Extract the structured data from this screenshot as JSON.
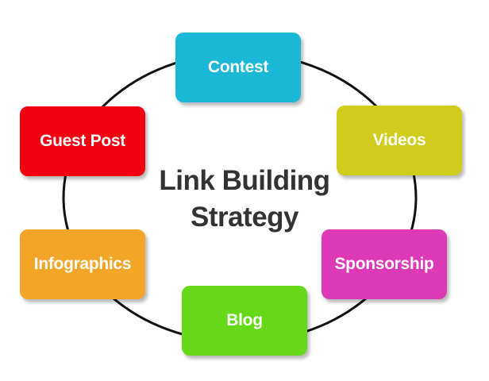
{
  "diagram": {
    "title_line1": "Link Building",
    "title_line2": "Strategy",
    "nodes": [
      {
        "id": "contest",
        "label": "Contest",
        "color": "#1ab8d6"
      },
      {
        "id": "videos",
        "label": "Videos",
        "color": "#d0cc1c"
      },
      {
        "id": "sponsorship",
        "label": "Sponsorship",
        "color": "#de3ab7"
      },
      {
        "id": "blog",
        "label": "Blog",
        "color": "#66d81a"
      },
      {
        "id": "infographics",
        "label": "Infographics",
        "color": "#f2a526"
      },
      {
        "id": "guestpost",
        "label": "Guest Post",
        "color": "#f00010"
      }
    ],
    "ring_color": "#111111"
  }
}
